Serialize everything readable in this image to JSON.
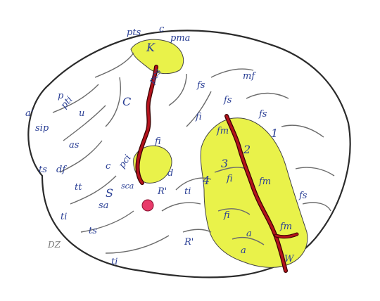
{
  "colors": {
    "background": "#ffffff",
    "outline": "#2b2b2b",
    "sulcus_shading": "#6b6b6b",
    "highlight": "#e9f24a",
    "fissure": "#b3121c",
    "fissure_edge": "#3a0000",
    "pink_spot": "#e83a6a",
    "label": "#2a3f95"
  },
  "labels": [
    {
      "id": "pts",
      "text": "pts"
    },
    {
      "id": "c-top",
      "text": "c"
    },
    {
      "id": "pma",
      "text": "pma"
    },
    {
      "id": "K",
      "text": "K"
    },
    {
      "id": "mf",
      "text": "mf"
    },
    {
      "id": "fs-1",
      "text": "fs"
    },
    {
      "id": "fs-2",
      "text": "fs"
    },
    {
      "id": "fs-3",
      "text": "fs"
    },
    {
      "id": "fs-4",
      "text": "fs"
    },
    {
      "id": "pcs",
      "text": "pcs"
    },
    {
      "id": "C",
      "text": "C"
    },
    {
      "id": "fi-1",
      "text": "fi"
    },
    {
      "id": "fi-2",
      "text": "fi"
    },
    {
      "id": "fi-3",
      "text": "fi"
    },
    {
      "id": "fi-4",
      "text": "fi"
    },
    {
      "id": "fm-1",
      "text": "fm"
    },
    {
      "id": "fm-2",
      "text": "fm"
    },
    {
      "id": "fm-3",
      "text": "fm"
    },
    {
      "id": "n1",
      "text": "1"
    },
    {
      "id": "n2",
      "text": "2"
    },
    {
      "id": "n3",
      "text": "3"
    },
    {
      "id": "n4",
      "text": "4"
    },
    {
      "id": "a-1",
      "text": "a"
    },
    {
      "id": "a-2",
      "text": "a"
    },
    {
      "id": "W",
      "text": "W"
    },
    {
      "id": "u",
      "text": "u"
    },
    {
      "id": "a-prime",
      "text": "a'"
    },
    {
      "id": "sip",
      "text": "sip"
    },
    {
      "id": "p",
      "text": "p"
    },
    {
      "id": "pti",
      "text": "pti"
    },
    {
      "id": "as",
      "text": "as"
    },
    {
      "id": "ts-1",
      "text": "ts"
    },
    {
      "id": "df",
      "text": "df"
    },
    {
      "id": "tt",
      "text": "tt"
    },
    {
      "id": "c-mid",
      "text": "c"
    },
    {
      "id": "pci",
      "text": "pci"
    },
    {
      "id": "d",
      "text": "d"
    },
    {
      "id": "S",
      "text": "S"
    },
    {
      "id": "sca",
      "text": "sca"
    },
    {
      "id": "sa",
      "text": "sa"
    },
    {
      "id": "ti-1",
      "text": "ti"
    },
    {
      "id": "ti-2",
      "text": "ti"
    },
    {
      "id": "ti-3",
      "text": "ti"
    },
    {
      "id": "ts-2",
      "text": "ts"
    },
    {
      "id": "R-prime",
      "text": "R'"
    },
    {
      "id": "R-prime-2",
      "text": "R'"
    }
  ],
  "signature": "DZ"
}
